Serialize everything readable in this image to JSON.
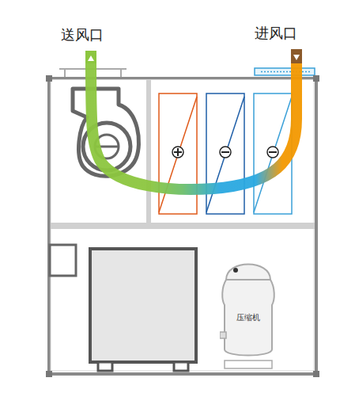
{
  "diagram": {
    "nodes": [
      {
        "text": [
          "压缩机"
        ]
      }
    ],
    "labels": [
      "送风口",
      "进风口"
    ]
  }
}
